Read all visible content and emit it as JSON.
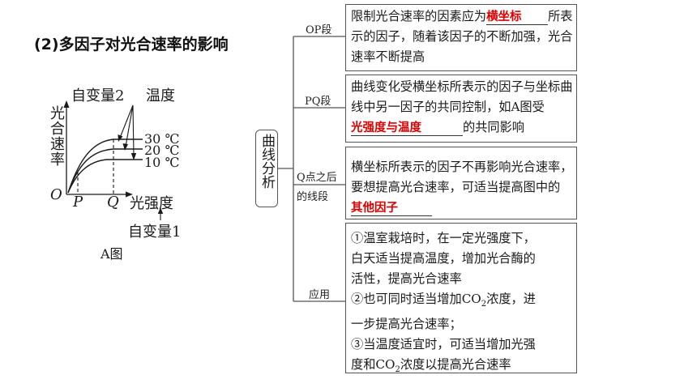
{
  "title": "(2)多因子对光合速率的影响",
  "graph": {
    "ylabel": "光合速率",
    "xlabel": "光强度",
    "var2_label": "自变量2",
    "var2_name": "温度",
    "var1_label": "自变量1",
    "origin": "O",
    "point_p": "P",
    "point_q": "Q",
    "curves": [
      "30 ℃",
      "20 ℃",
      "10 ℃"
    ],
    "caption": "A图",
    "colors": {
      "stroke": "#1a1a1a"
    }
  },
  "center_node": "曲线分析",
  "branches": {
    "op": "OP段",
    "pq": "PQ段",
    "q_after_1": "Q点之后",
    "q_after_2": "的线段",
    "app": "应用"
  },
  "boxes": {
    "op": {
      "pre": "限制光合速率的因素应为",
      "answer": "横坐标",
      "post": "所表示的因子，随着该因子的不断加强，光合速率不断提高"
    },
    "pq": {
      "pre": "曲线变化受横坐标所表示的因子与坐标曲线中另一因子的共同控制，如A图受",
      "answer": "光强度与温度",
      "post": "的共同影响"
    },
    "q": {
      "pre": "横坐标所表示的因子不再影响光合速率，要想提高光合速率，可适当提高图中的",
      "answer": "其他因子",
      "post": ""
    },
    "app": {
      "l1": "①温室栽培时，在一定光强度下，",
      "l2": "白天适当提高温度，增加光合酶的",
      "l3": "活性，提高光合速率",
      "l4a": "②也可同时适当增加CO",
      "l4sub": "2",
      "l4b": "浓度，进",
      "l5": "一步提高光合速率；",
      "l6": "③当温度适宜时，可适当增加光强",
      "l7a": "度和CO",
      "l7sub": "2",
      "l7b": "浓度以提高光合速率"
    }
  },
  "accent": "#e00000"
}
